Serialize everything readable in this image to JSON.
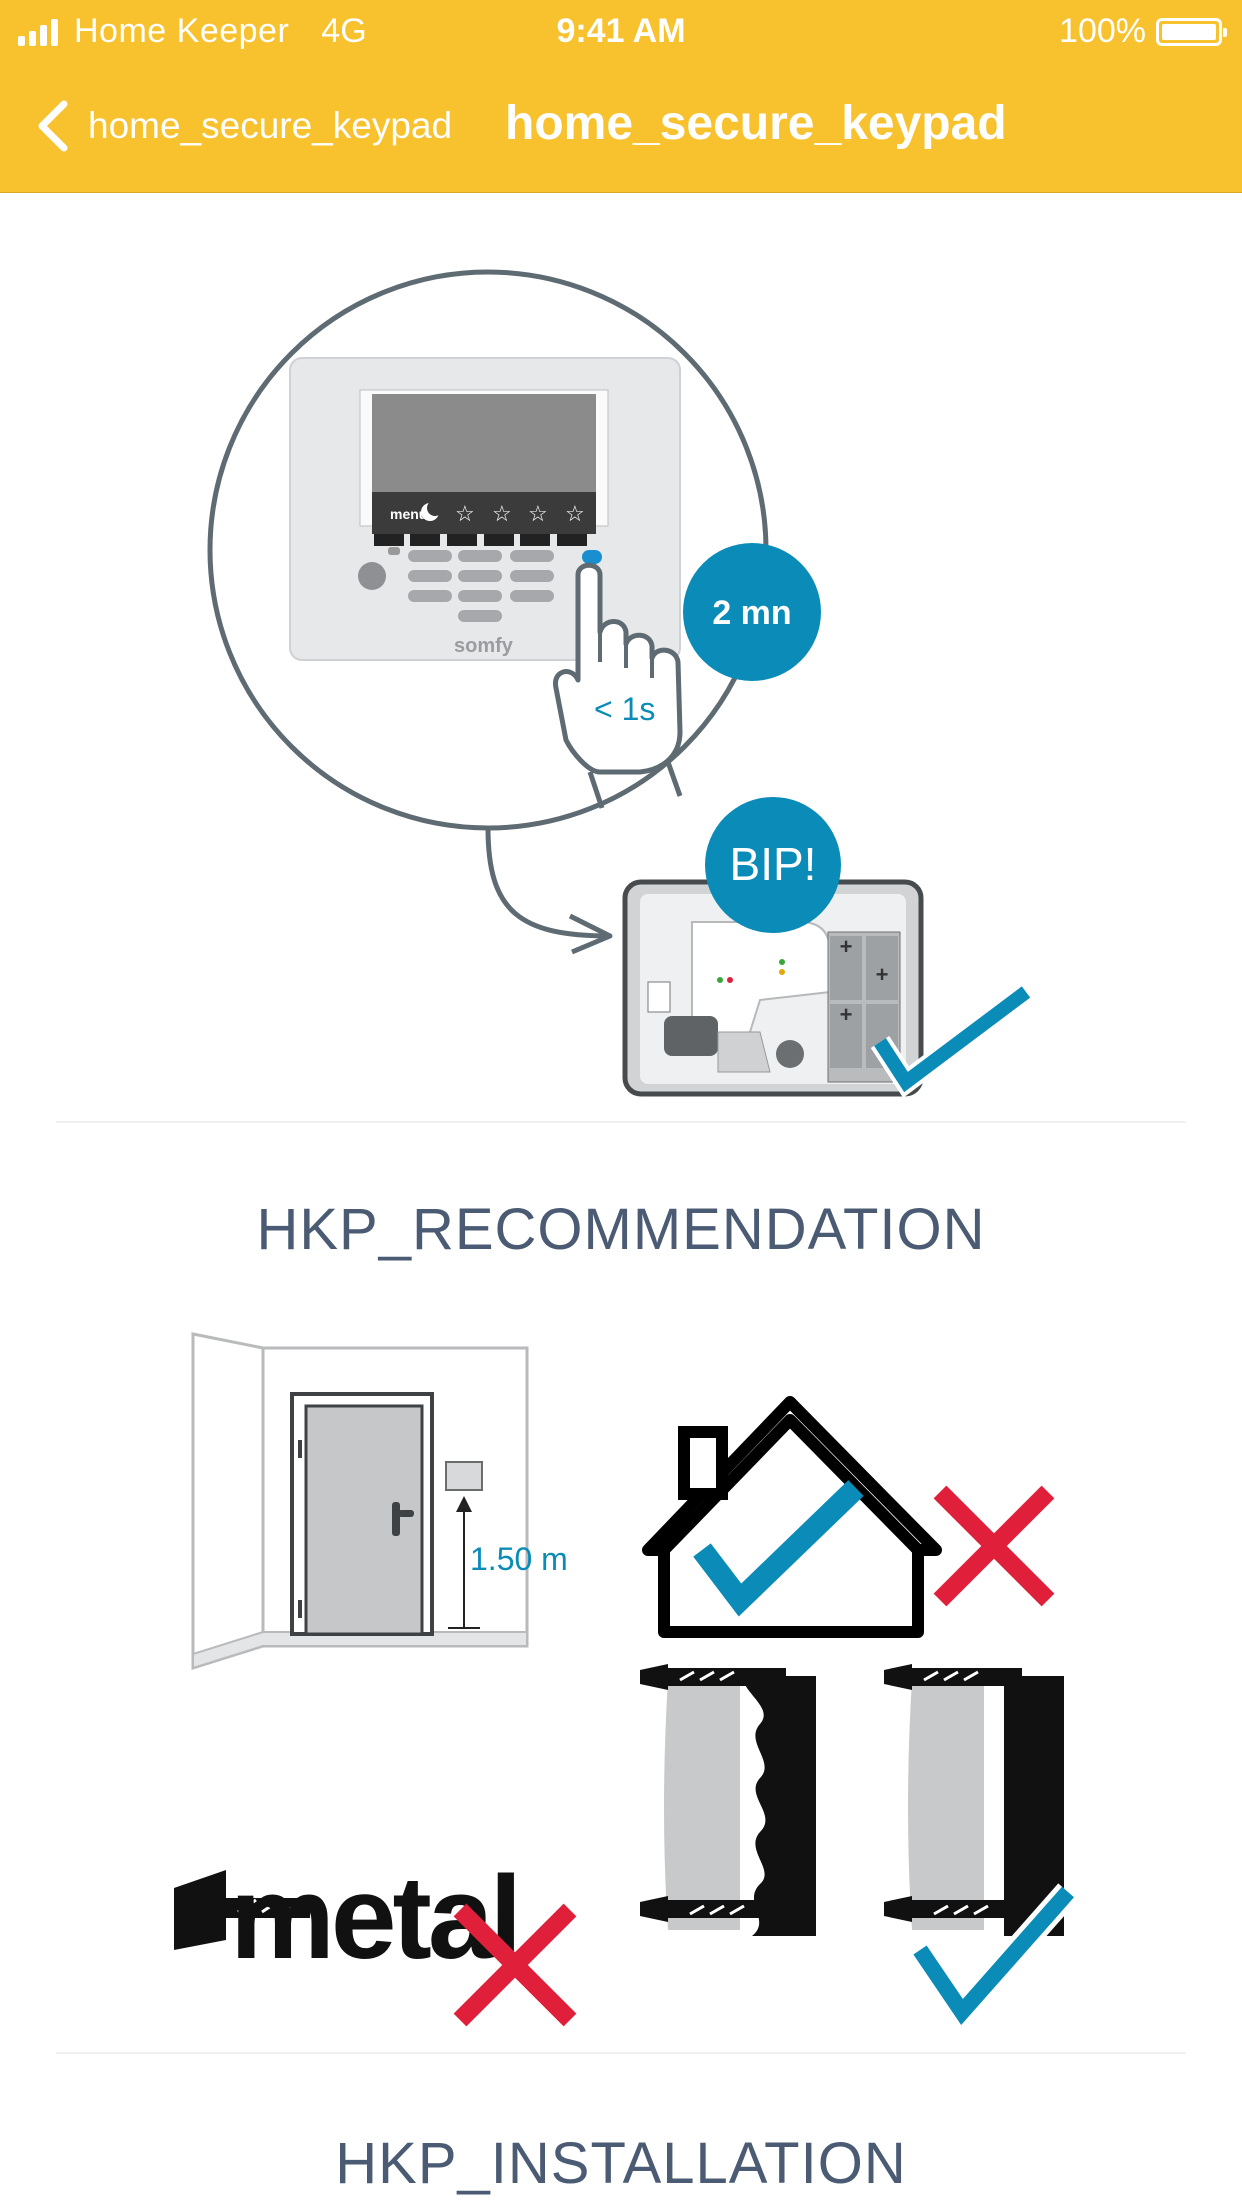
{
  "status_bar": {
    "carrier": "Home Keeper",
    "network": "4G",
    "time": "9:41 AM",
    "battery": "100%"
  },
  "nav": {
    "back_label": "home_secure_keypad",
    "title": "home_secure_keypad"
  },
  "illustration1": {
    "keypad_menu": "menu",
    "keypad_brand": "somfy",
    "timer_badge": "2 mn",
    "press_duration": "< 1s",
    "beep_badge": "BIP!"
  },
  "section1": {
    "title": "HKP_RECOMMENDATION"
  },
  "illustration2": {
    "height_label": "1.50 m",
    "metal_word": "metal"
  },
  "section2": {
    "title": "HKP_INSTALLATION"
  },
  "colors": {
    "header": "#f8c12e",
    "accent_blue": "#0b8cb8",
    "cross_red": "#e0203b",
    "section_text": "#4b5b73"
  }
}
